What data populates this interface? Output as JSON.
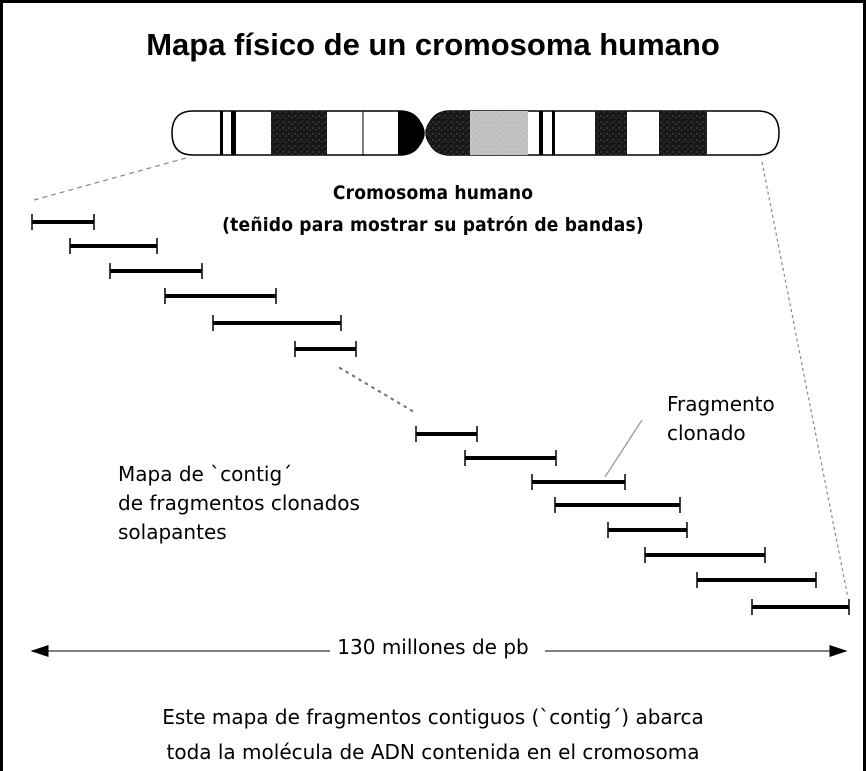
{
  "title": "Mapa físico de un cromosoma humano",
  "chromosome_caption": {
    "line1": "Cromosoma humano",
    "line2": "(teñido para mostrar su patrón de bandas)"
  },
  "contig_map_label": {
    "line1": "Mapa de `contig´",
    "line2": "de fragmentos clonados",
    "line3": "solapantes"
  },
  "cloned_fragment_label": {
    "line1": "Fragmento",
    "line2": "clonado"
  },
  "length_label": "130 millones de pb",
  "footer": {
    "line1": "Este mapa de fragmentos contiguos (`contig´) abarca",
    "line2": "toda la  molécula de ADN contenida en el cromosoma"
  },
  "colors": {
    "ink": "#000000",
    "stain_dark": "#1a1a1a",
    "stain_light": "#bdbdbd",
    "background": "#ffffff"
  }
}
